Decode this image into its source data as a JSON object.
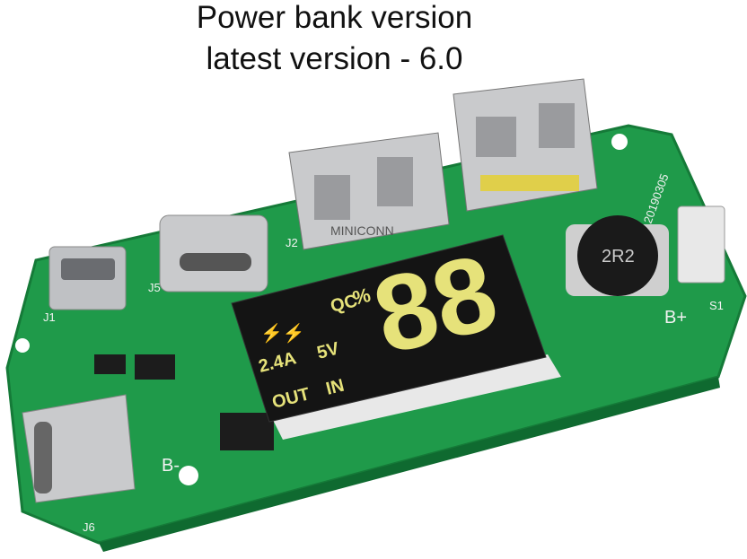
{
  "caption": {
    "line1": "Power bank version",
    "line2": "latest version - 6.0"
  },
  "photo": {
    "subject": "power-bank-pcb",
    "colors": {
      "board": "#1f9a4a",
      "board_dark": "#157a38",
      "display": "#141414",
      "segments": "#e6e27a",
      "metal": "#c9cacc"
    },
    "display": {
      "digits": "88",
      "percent": "%",
      "qc": "QC",
      "voltage": "5V",
      "current": "2.4A",
      "in": "IN",
      "out": "OUT"
    },
    "connector_text": "MINICONN",
    "inductor_text": "2R2",
    "board_text": {
      "b_plus": "B+",
      "b_minus": "B-",
      "s1": "S1",
      "j5": "J5",
      "j6": "J6",
      "j1": "J1",
      "j2": "J2",
      "date": "20190305"
    }
  }
}
